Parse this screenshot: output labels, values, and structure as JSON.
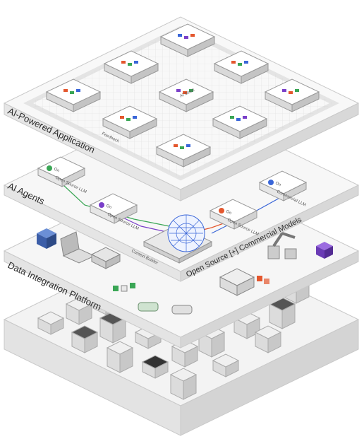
{
  "layers": {
    "app": "AI-Powered Application",
    "agents": "AI Agents",
    "data": "Data Integration Platform"
  },
  "app_layer": {
    "center_tile": "AI Stack",
    "feedback": "Feedback"
  },
  "agents_layer": {
    "cards": [
      {
        "status": "On",
        "label": "Open Source LLM",
        "color": "#3aa655"
      },
      {
        "status": "On",
        "label": "Open Source LLM",
        "color": "#7a3fc9"
      },
      {
        "status": "On",
        "label": "Open Source LLM",
        "color": "#e4572e"
      },
      {
        "status": "On",
        "label": "Commercial LLM",
        "color": "#3a66d8"
      }
    ],
    "context_builder": "Context Builder",
    "models_banner": "Open Source [+] Commercial Models"
  },
  "colors": {
    "accent_purple": "#7a3fc9",
    "accent_blue": "#3a66d8",
    "accent_green": "#3aa655",
    "accent_red": "#e4572e",
    "platform_top": "#f4f4f4",
    "platform_side": "#dcdcdc"
  }
}
